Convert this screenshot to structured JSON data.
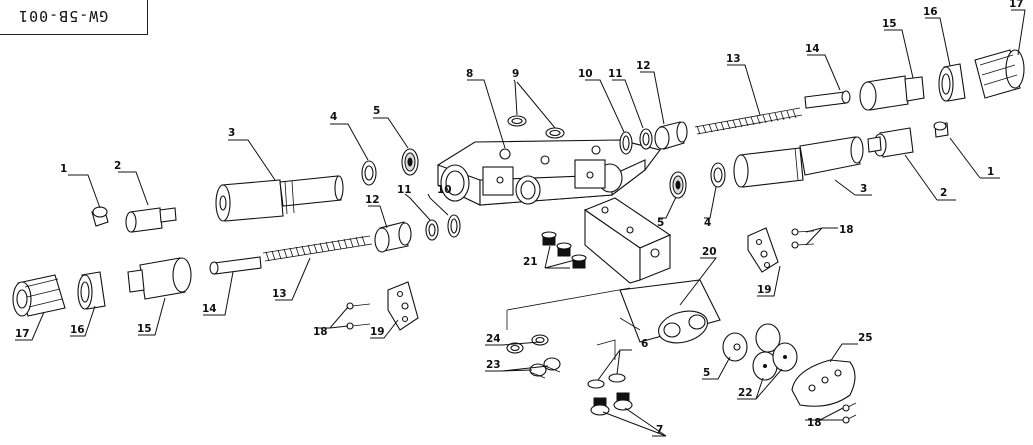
{
  "title_block": {
    "drawing_number": "GW-5B-001"
  },
  "callouts": [
    {
      "id": "c1a",
      "text": "1"
    },
    {
      "id": "c2a",
      "text": "2"
    },
    {
      "id": "c3a",
      "text": "3"
    },
    {
      "id": "c4a",
      "text": "4"
    },
    {
      "id": "c5a",
      "text": "5"
    },
    {
      "id": "c8",
      "text": "8"
    },
    {
      "id": "c9",
      "text": "9"
    },
    {
      "id": "c10a",
      "text": "10"
    },
    {
      "id": "c11a",
      "text": "11"
    },
    {
      "id": "c12a",
      "text": "12"
    },
    {
      "id": "c13a",
      "text": "13"
    },
    {
      "id": "c14a",
      "text": "14"
    },
    {
      "id": "c15a",
      "text": "15"
    },
    {
      "id": "c16a",
      "text": "16"
    },
    {
      "id": "c17a",
      "text": "17"
    },
    {
      "id": "c1b",
      "text": "1"
    },
    {
      "id": "c2b",
      "text": "2"
    },
    {
      "id": "c3b",
      "text": "3"
    },
    {
      "id": "c4b",
      "text": "4"
    },
    {
      "id": "c5b",
      "text": "5"
    },
    {
      "id": "c10b",
      "text": "10"
    },
    {
      "id": "c11b",
      "text": "11"
    },
    {
      "id": "c12b",
      "text": "12"
    },
    {
      "id": "c13b",
      "text": "13"
    },
    {
      "id": "c14b",
      "text": "14"
    },
    {
      "id": "c15b",
      "text": "15"
    },
    {
      "id": "c16b",
      "text": "16"
    },
    {
      "id": "c17b",
      "text": "17"
    },
    {
      "id": "c18a",
      "text": "18"
    },
    {
      "id": "c18b",
      "text": "18"
    },
    {
      "id": "c18c",
      "text": "18"
    },
    {
      "id": "c19a",
      "text": "19"
    },
    {
      "id": "c19b",
      "text": "19"
    },
    {
      "id": "c20",
      "text": "20"
    },
    {
      "id": "c21",
      "text": "21"
    },
    {
      "id": "c22",
      "text": "22"
    },
    {
      "id": "c23",
      "text": "23"
    },
    {
      "id": "c24",
      "text": "24"
    },
    {
      "id": "c25",
      "text": "25"
    },
    {
      "id": "c5c",
      "text": "5"
    },
    {
      "id": "c6",
      "text": "6"
    },
    {
      "id": "c7",
      "text": "7"
    }
  ]
}
